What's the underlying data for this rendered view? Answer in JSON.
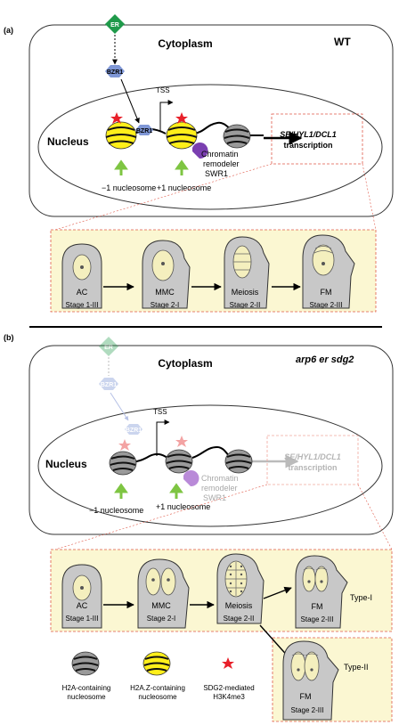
{
  "panel_a": {
    "label": "(a)",
    "condition": "WT",
    "cytoplasm": "Cytoplasm",
    "nucleus": "Nucleus",
    "er": "ER",
    "bzr1_cyto": "BZR1",
    "bzr1_nuc": "BZR1",
    "tss": "TSS",
    "remodeler_line1": "Chromatin",
    "remodeler_line2": "remodeler",
    "remodeler_line3": "SWR1",
    "genes_line1": "SE/HYL1/DCL1",
    "genes_line2": "transcription",
    "nuc_minus1": "−1 nucleosome",
    "nuc_plus1": "+1 nucleosome",
    "stages": [
      {
        "cell": "AC",
        "stage": "Stage 1-III"
      },
      {
        "cell": "MMC",
        "stage": "Stage 2-I"
      },
      {
        "cell": "Meiosis",
        "stage": "Stage 2-II"
      },
      {
        "cell": "FM",
        "stage": "Stage 2-III"
      }
    ]
  },
  "panel_b": {
    "label": "(b)",
    "condition": "arp6 er sdg2",
    "cytoplasm": "Cytoplasm",
    "nucleus": "Nucleus",
    "er": "ER",
    "bzr1_cyto": "BZR1",
    "bzr1_nuc": "BZR1",
    "tss": "TSS",
    "remodeler_line1": "Chromatin",
    "remodeler_line2": "remodeler",
    "remodeler_line3": "SWR1",
    "genes_line1": "SE/HYL1/DCL1",
    "genes_line2": "transcription",
    "nuc_minus1": "−1 nucleosome",
    "nuc_plus1": "+1 nucleosome",
    "stages": [
      {
        "cell": "AC",
        "stage": "Stage 1-III"
      },
      {
        "cell": "MMC",
        "stage": "Stage 2-I"
      },
      {
        "cell": "Meiosis",
        "stage": "Stage 2-II"
      },
      {
        "cell": "FM",
        "stage": "Stage 2-III",
        "type": "Type-I"
      },
      {
        "cell": "FM",
        "stage": "Stage 2-III",
        "type": "Type-II"
      }
    ]
  },
  "legend": [
    {
      "line1": "H2A-containing",
      "line2": "nucleosome",
      "icon": "gray-nucleosome-icon"
    },
    {
      "line1": "H2A.Z-containing",
      "line2": "nucleosome",
      "icon": "yellow-nucleosome-icon"
    },
    {
      "line1": "SDG2-mediated",
      "line2": "H3K4me3",
      "icon": "red-star-icon"
    }
  ],
  "colors": {
    "yellow_panel": "#fbf7d2",
    "red_dashed": "#e05a4a",
    "er_green": "#1f9a4a",
    "bzr1_blue": "#7f97d6",
    "purple": "#7a3fb0",
    "arrow_green": "#7ec542",
    "star_red": "#e8202a",
    "h2az_yellow": "#ffef1a"
  }
}
